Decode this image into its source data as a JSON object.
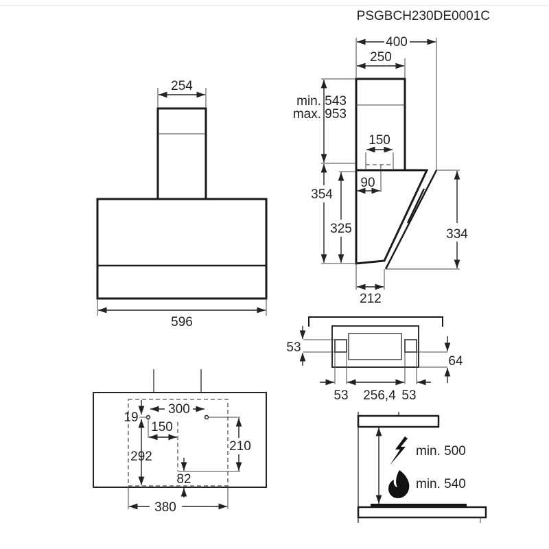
{
  "title": "PSGBCH230DE0001C",
  "front_view": {
    "chimney_width": "254",
    "total_width": "596"
  },
  "side_view": {
    "total_depth": "400",
    "chimney_depth": "250",
    "chimney_height_min": "min. 543",
    "chimney_height_max": "max. 953",
    "outlet_width": "150",
    "outlet_offset": "90",
    "body_height": "354",
    "inner_height": "325",
    "glass_height": "334",
    "bottom_depth": "212"
  },
  "top_view": {
    "offset_left": "53",
    "height_right": "64",
    "bottom_left": "53",
    "bottom_center": "256,4",
    "bottom_right": "53"
  },
  "mounting_view": {
    "d19": "19",
    "d300": "300",
    "d150": "150",
    "d292": "292",
    "d210": "210",
    "d82": "82",
    "d380": "380"
  },
  "clearance": {
    "electric_label": "min. 500",
    "gas_label": "min. 540",
    "icons": [
      "lightning-icon",
      "flame-icon"
    ]
  }
}
